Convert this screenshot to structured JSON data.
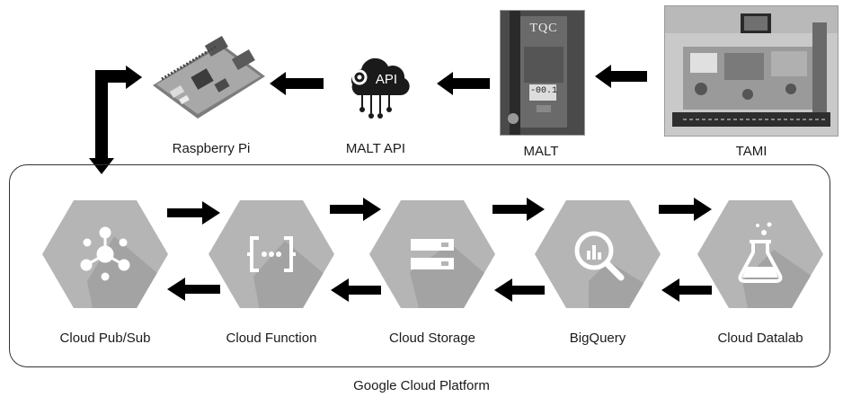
{
  "top_row": {
    "devices": [
      {
        "id": "raspberry-pi",
        "label": "Raspberry Pi"
      },
      {
        "id": "malt-api",
        "label": "MALT API",
        "icon_text": "API"
      },
      {
        "id": "malt",
        "label": "MALT",
        "device_brand": "TQC",
        "display_value": "-00.1"
      },
      {
        "id": "tami",
        "label": "TAMI"
      }
    ]
  },
  "platform": {
    "label": "Google Cloud Platform",
    "services": [
      {
        "id": "pubsub",
        "label": "Cloud Pub/Sub",
        "icon": "pubsub-icon"
      },
      {
        "id": "function",
        "label": "Cloud Function",
        "icon": "cloud-function-icon"
      },
      {
        "id": "storage",
        "label": "Cloud Storage",
        "icon": "storage-icon"
      },
      {
        "id": "bigquery",
        "label": "BigQuery",
        "icon": "bigquery-icon"
      },
      {
        "id": "datalab",
        "label": "Cloud Datalab",
        "icon": "datalab-icon"
      }
    ]
  },
  "colors": {
    "hexagon": "#b5b5b5",
    "hexagon_shadow": "#9e9e9e",
    "arrow": "#000000",
    "icon": "#ffffff"
  }
}
